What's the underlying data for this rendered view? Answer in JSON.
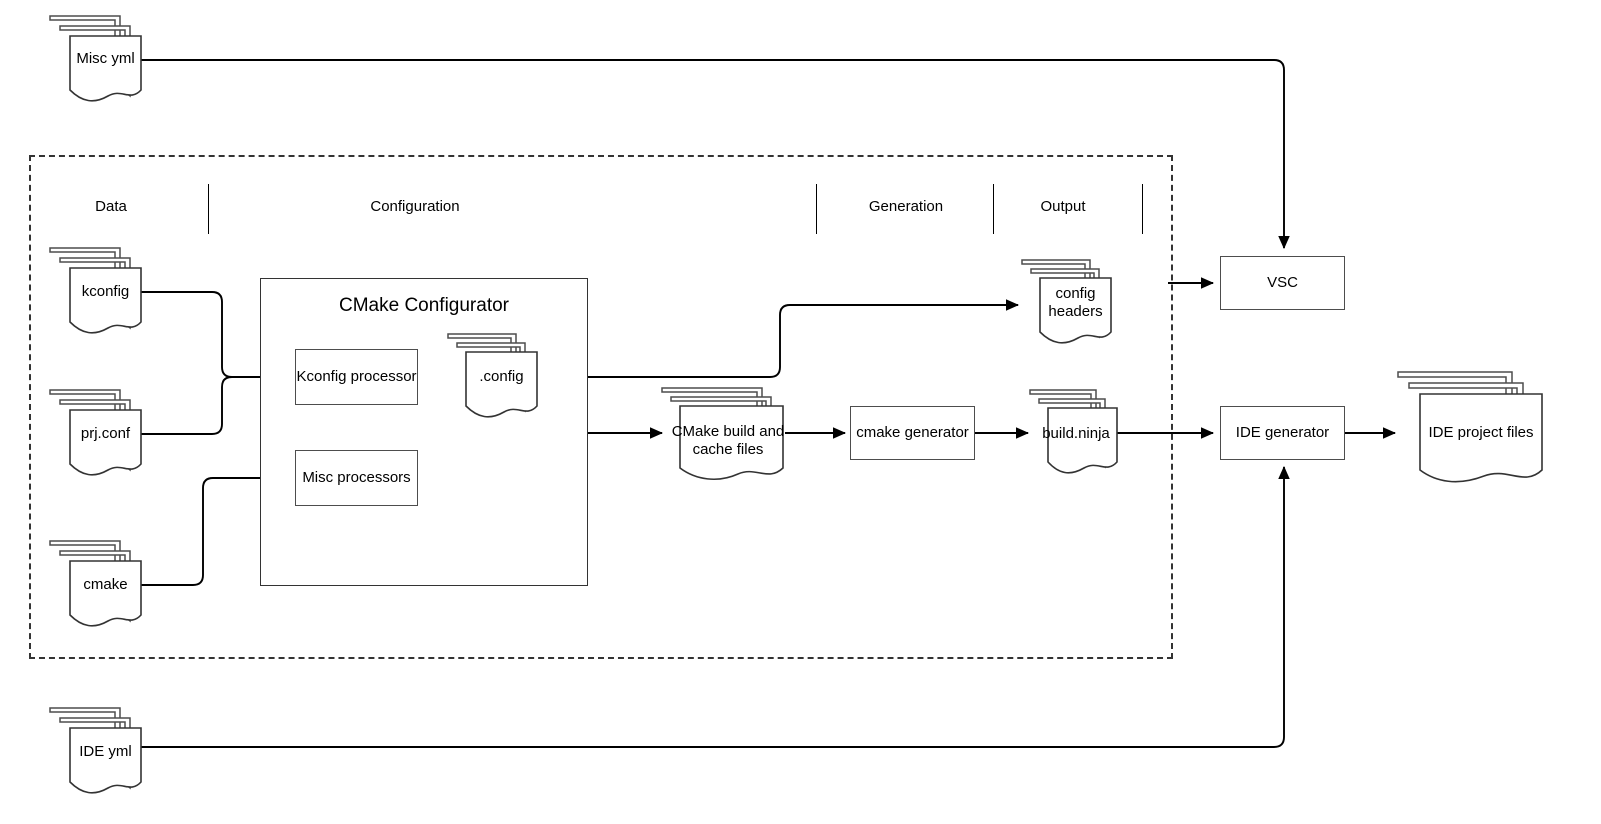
{
  "diagram": {
    "title": "Zephyr CMake build configuration and generation flow",
    "colors": {
      "stroke": "#333333",
      "node_stroke": "#4d4d4d",
      "text": "#000000",
      "background": "#ffffff",
      "region_dash": "#333333"
    },
    "region": {
      "name": "build-system-boundary",
      "style": "dashed"
    },
    "lanes": [
      {
        "id": "data",
        "label": "Data"
      },
      {
        "id": "configuration",
        "label": "Configuration"
      },
      {
        "id": "generation",
        "label": "Generation"
      },
      {
        "id": "output",
        "label": "Output"
      }
    ],
    "inputs": [
      {
        "id": "misc-yml",
        "label": "Misc yml",
        "shape": "document-stack"
      },
      {
        "id": "ide-yml",
        "label": "IDE yml",
        "shape": "document-stack"
      }
    ],
    "data_sources": [
      {
        "id": "kconfig",
        "label": "kconfig",
        "shape": "document-stack"
      },
      {
        "id": "prj-conf",
        "label": "prj.conf",
        "shape": "document-stack"
      },
      {
        "id": "cmake",
        "label": "cmake",
        "shape": "document-stack"
      }
    ],
    "configurator": {
      "id": "cmake-configurator",
      "title": "CMake Configurator",
      "shape": "container",
      "children": [
        {
          "id": "kconfig-processor",
          "label": "Kconfig processor",
          "shape": "process"
        },
        {
          "id": "misc-processors",
          "label": "Misc processors",
          "shape": "process"
        },
        {
          "id": "dot-config",
          "label": ".config",
          "shape": "document-stack"
        }
      ]
    },
    "artifacts": [
      {
        "id": "cmake-build-cache",
        "label": "CMake build and\ncache files",
        "line1": "CMake build and",
        "line2": "cache files",
        "shape": "document-stack"
      },
      {
        "id": "config-headers",
        "label": "config headers",
        "line1": "config",
        "line2": "headers",
        "shape": "document-stack"
      },
      {
        "id": "build-ninja",
        "label": "build.ninja",
        "shape": "document-stack"
      },
      {
        "id": "ide-project-files",
        "label": "IDE project files",
        "shape": "document-stack"
      }
    ],
    "processes": [
      {
        "id": "cmake-generator",
        "label": "cmake generator",
        "shape": "process"
      },
      {
        "id": "vsc",
        "label": "VSC",
        "shape": "process"
      },
      {
        "id": "ide-generator",
        "label": "IDE generator",
        "shape": "process"
      }
    ],
    "edges": [
      {
        "from": "misc-yml",
        "to": "vsc",
        "arrow": true
      },
      {
        "from": "kconfig",
        "to": "kconfig-processor",
        "arrow": true
      },
      {
        "from": "prj-conf",
        "to": "kconfig-processor",
        "arrow": true
      },
      {
        "from": "cmake",
        "to": "misc-processors",
        "arrow": true
      },
      {
        "from": "kconfig-processor",
        "to": "dot-config",
        "arrow": true
      },
      {
        "from": "dot-config",
        "to": "config-headers",
        "arrow": true
      },
      {
        "from": "cmake-configurator",
        "to": "cmake-build-cache",
        "arrow": true
      },
      {
        "from": "cmake-build-cache",
        "to": "cmake-generator",
        "arrow": true
      },
      {
        "from": "cmake-generator",
        "to": "build-ninja",
        "arrow": true
      },
      {
        "from": "config-headers",
        "to": "vsc",
        "arrow": true
      },
      {
        "from": "build-ninja",
        "to": "ide-generator",
        "arrow": true
      },
      {
        "from": "ide-generator",
        "to": "ide-project-files",
        "arrow": true
      },
      {
        "from": "ide-yml",
        "to": "ide-generator",
        "arrow": true
      }
    ]
  }
}
